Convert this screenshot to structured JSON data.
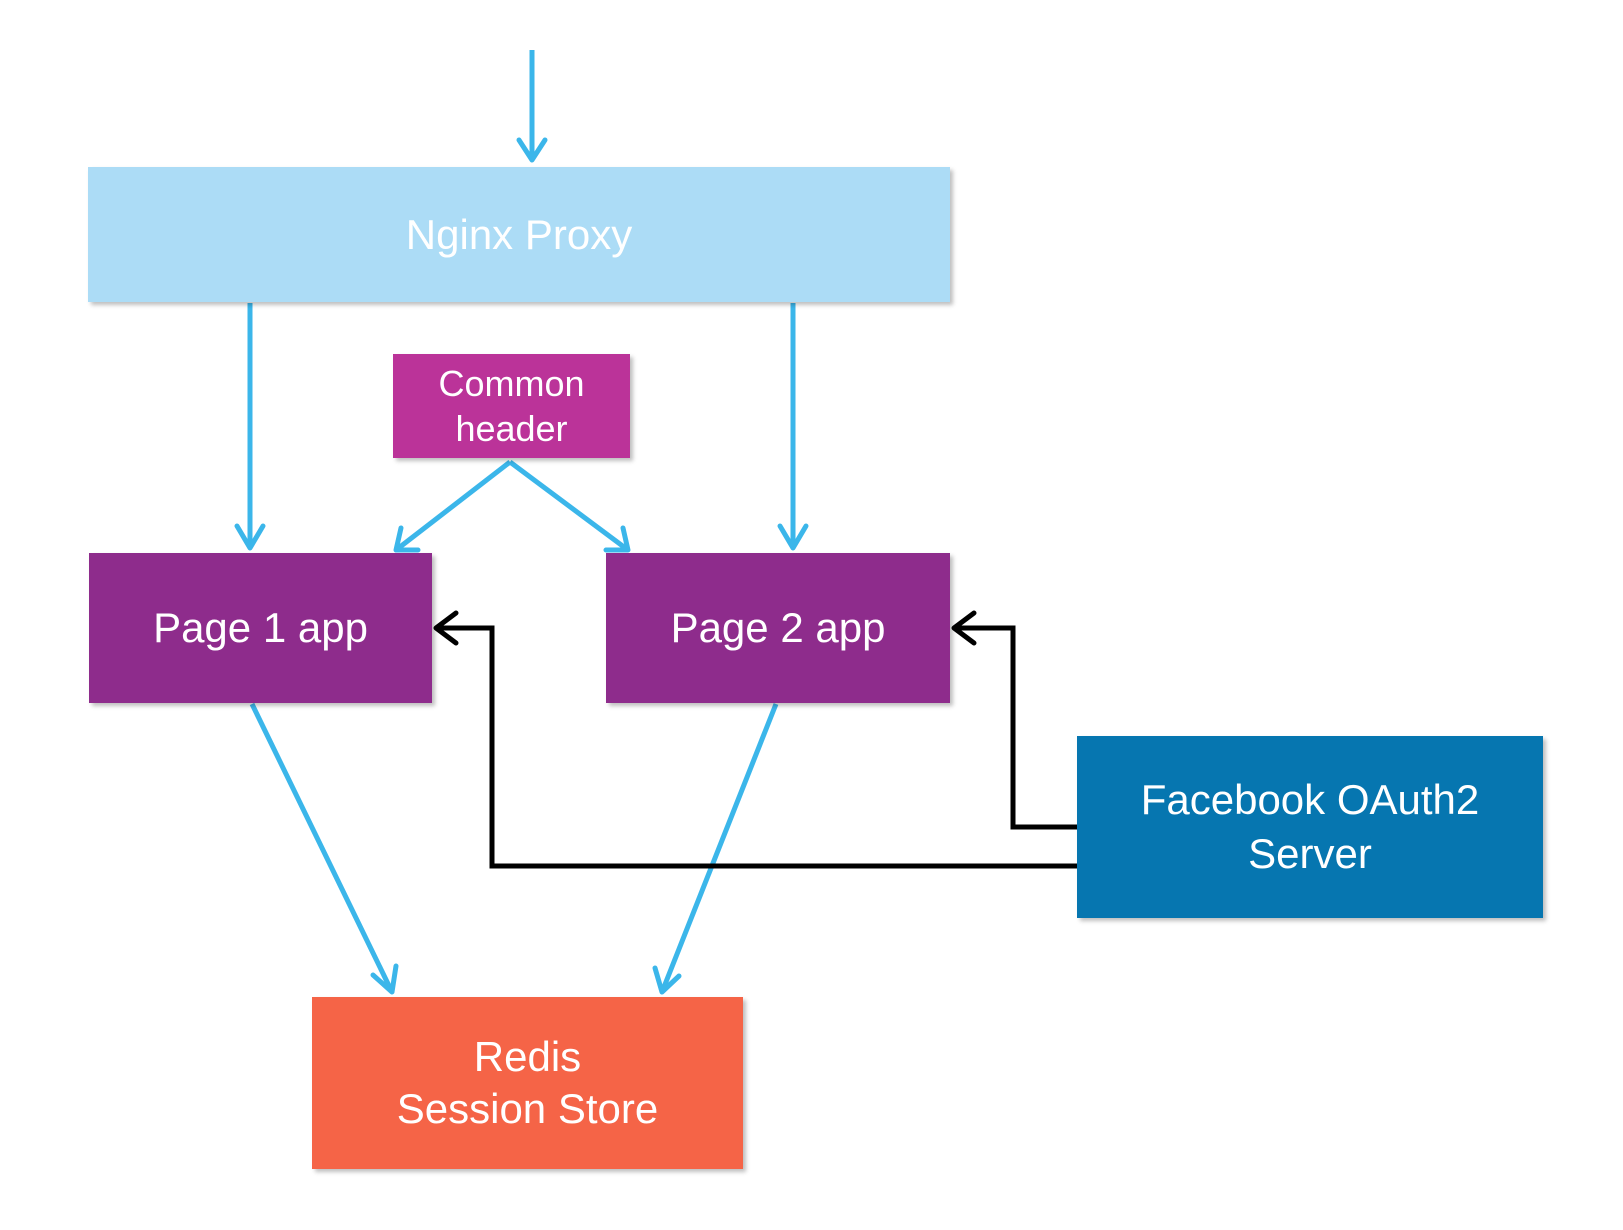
{
  "diagram": {
    "nodes": {
      "nginx": {
        "label": "Nginx Proxy",
        "color": "#acdcf6"
      },
      "common_header": {
        "lines": [
          "Common",
          "header"
        ],
        "color": "#bb3399"
      },
      "page1": {
        "label": "Page 1 app",
        "color": "#8e2c8c"
      },
      "page2": {
        "label": "Page 2 app",
        "color": "#8e2c8c"
      },
      "facebook": {
        "lines": [
          "Facebook OAuth2",
          "Server"
        ],
        "color": "#0676b0"
      },
      "redis": {
        "lines": [
          "Redis",
          "Session Store"
        ],
        "color": "#f56447"
      }
    },
    "edge_colors": {
      "flow": "#3bb6ea",
      "auth": "#000000"
    }
  }
}
